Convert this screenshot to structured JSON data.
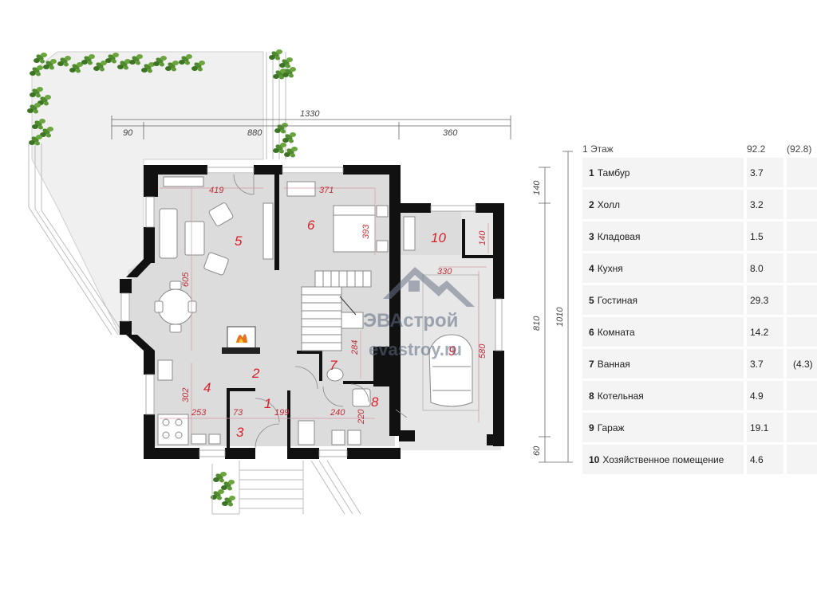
{
  "dimensions": {
    "total_width": "1330",
    "seg_left": "90",
    "seg_mid": "880",
    "seg_right": "360",
    "side_top": "140",
    "side_mid": "810",
    "side_total": "1010",
    "side_bottom": "60"
  },
  "inner_dimensions": {
    "d419": "419",
    "d371": "371",
    "d393": "393",
    "d140": "140",
    "d330": "330",
    "d605": "605",
    "d284": "284",
    "d580": "580",
    "d302": "302",
    "d253": "253",
    "d73": "73",
    "d199": "199",
    "d240": "240",
    "d220": "220"
  },
  "room_numbers": {
    "r1": "1",
    "r2": "2",
    "r3": "3",
    "r4": "4",
    "r5": "5",
    "r6": "6",
    "r7": "7",
    "r8": "8",
    "r9": "9",
    "r10": "10"
  },
  "watermark": {
    "brand": "ЭВАстрой",
    "site": "evastroy.ru"
  },
  "colors": {
    "wall": "#111111",
    "floor": "#dcdcdc",
    "room_number": "#d8202a",
    "greenery": "#4f8a2f",
    "table_bg": "#f4f4f4"
  },
  "table": {
    "header": {
      "name": "1 Этаж",
      "area": "92.2",
      "area_alt": "(92.8)"
    },
    "rows": [
      {
        "num": "1",
        "name": "Тамбур",
        "area": "3.7",
        "alt": ""
      },
      {
        "num": "2",
        "name": "Холл",
        "area": "3.2",
        "alt": ""
      },
      {
        "num": "3",
        "name": "Кладовая",
        "area": "1.5",
        "alt": ""
      },
      {
        "num": "4",
        "name": "Кухня",
        "area": "8.0",
        "alt": ""
      },
      {
        "num": "5",
        "name": "Гостиная",
        "area": "29.3",
        "alt": ""
      },
      {
        "num": "6",
        "name": "Комната",
        "area": "14.2",
        "alt": ""
      },
      {
        "num": "7",
        "name": "Ванная",
        "area": "3.7",
        "alt": "(4.3)"
      },
      {
        "num": "8",
        "name": "Котельная",
        "area": "4.9",
        "alt": ""
      },
      {
        "num": "9",
        "name": "Гараж",
        "area": "19.1",
        "alt": ""
      },
      {
        "num": "10",
        "name": "Хозяйственное помещение",
        "area": "4.6",
        "alt": ""
      }
    ]
  }
}
